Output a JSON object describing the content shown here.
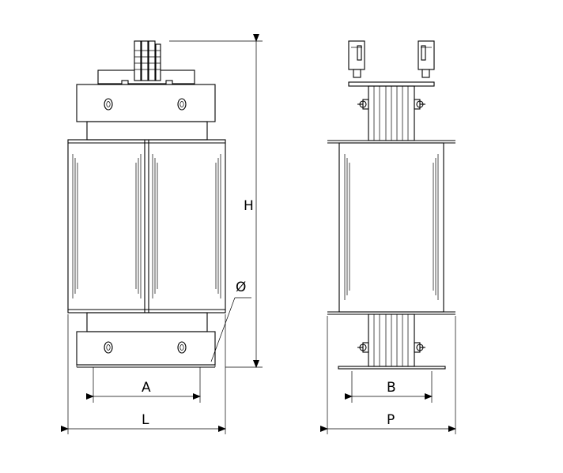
{
  "diagram": {
    "dimension_labels": {
      "height": "H",
      "diameter": "Ø",
      "inner_width": "A",
      "overall_length": "L",
      "inner_depth": "B",
      "overall_depth": "P"
    }
  }
}
